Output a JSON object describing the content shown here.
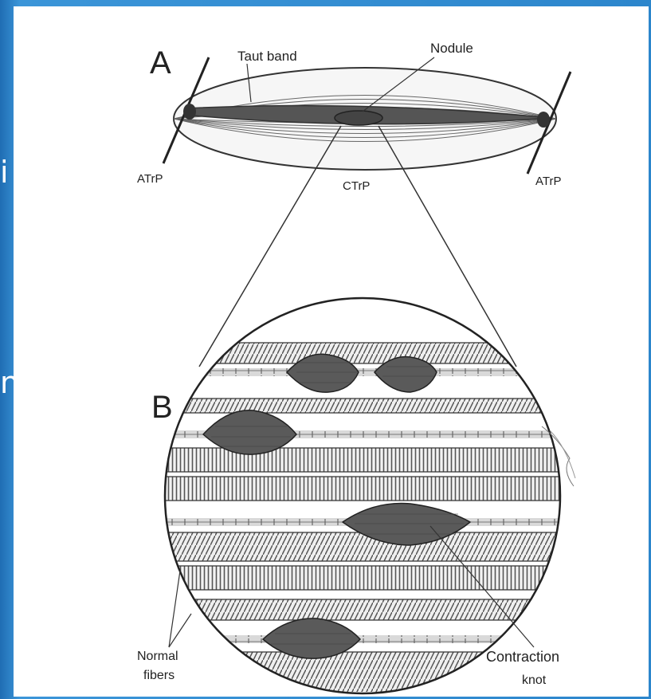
{
  "slide": {
    "left_fragments": [
      "i",
      "n"
    ]
  },
  "figure": {
    "panel_a": {
      "letter": "A",
      "labels": {
        "taut_band": "Taut band",
        "nodule": "Nodule",
        "atrp_left": "ATrP",
        "ctrp": "CTrP",
        "atrp_right": "ATrP"
      }
    },
    "panel_b": {
      "letter": "B",
      "labels": {
        "normal_fibers_line1": "Normal",
        "normal_fibers_line2": "fibers",
        "contraction_knot_line1": "Contraction",
        "contraction_knot_line2": "knot"
      }
    }
  }
}
